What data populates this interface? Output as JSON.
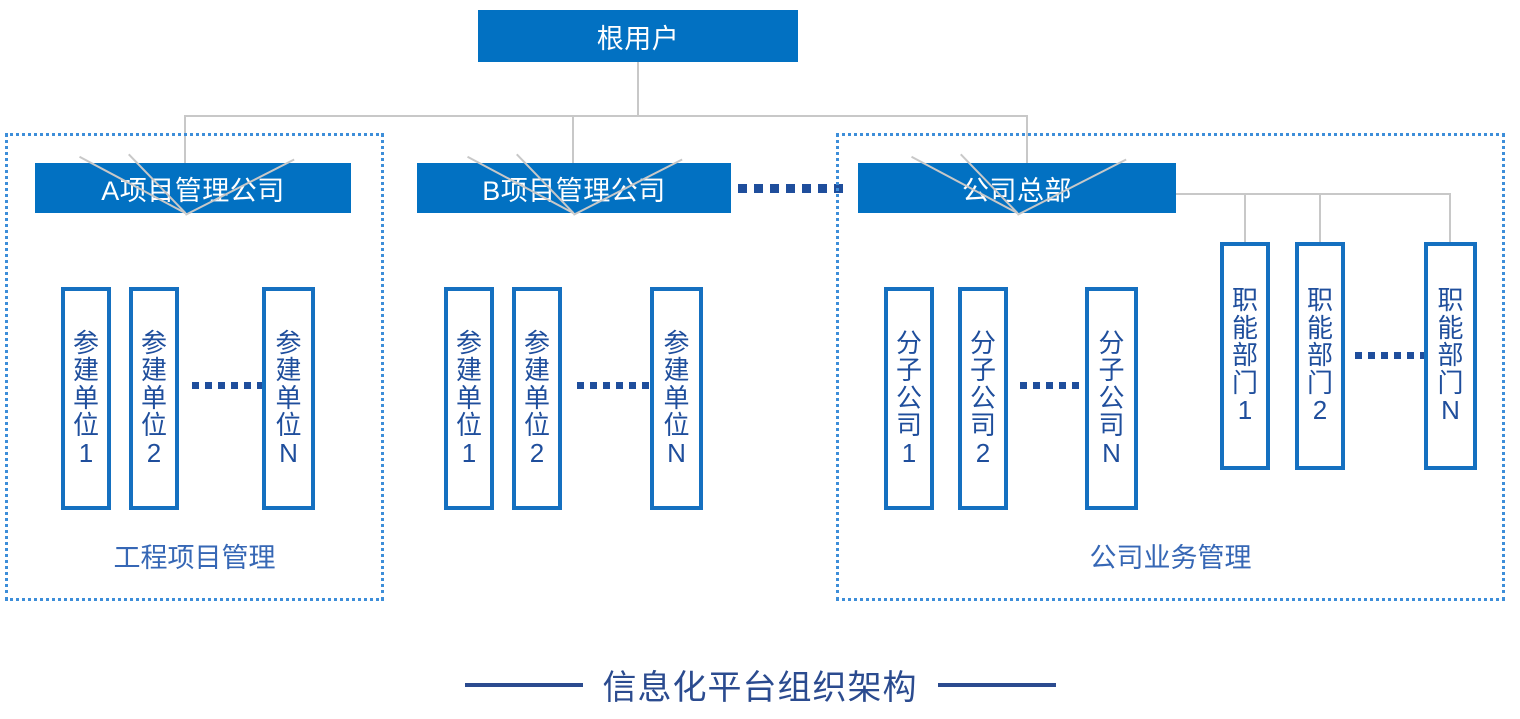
{
  "diagram": {
    "title": "信息化平台组织架构",
    "root": {
      "label": "根用户"
    },
    "colors": {
      "node_fill": "#0271c2",
      "node_text": "#ffffff",
      "outline_border": "#1570c0",
      "outline_text": "#1f4e9c",
      "group_dotted_border": "#3d8ed9",
      "group_caption": "#3667b5",
      "connector": "#c8c8c8",
      "title": "#2b4b8f"
    },
    "branches": [
      {
        "id": "project-company-a",
        "header": "A项目管理公司",
        "caption": "工程项目管理",
        "boxed": true,
        "children": [
          "参建单位1",
          "参建单位2",
          "参建单位N"
        ],
        "children_ellipsis": "......"
      },
      {
        "id": "project-company-b",
        "header": "B项目管理公司",
        "caption": "",
        "boxed": false,
        "trailing_ellipsis": ".........",
        "children": [
          "参建单位1",
          "参建单位2",
          "参建单位N"
        ],
        "children_ellipsis": "......"
      },
      {
        "id": "company-headquarters",
        "header": "公司总部",
        "caption": "公司业务管理",
        "boxed": true,
        "children": [
          "分子公司1",
          "分子公司2",
          "分子公司N"
        ],
        "children_ellipsis": "......",
        "departments": [
          "职能部门1",
          "职能部门2",
          "职能部门N"
        ],
        "departments_ellipsis": "......"
      }
    ]
  }
}
